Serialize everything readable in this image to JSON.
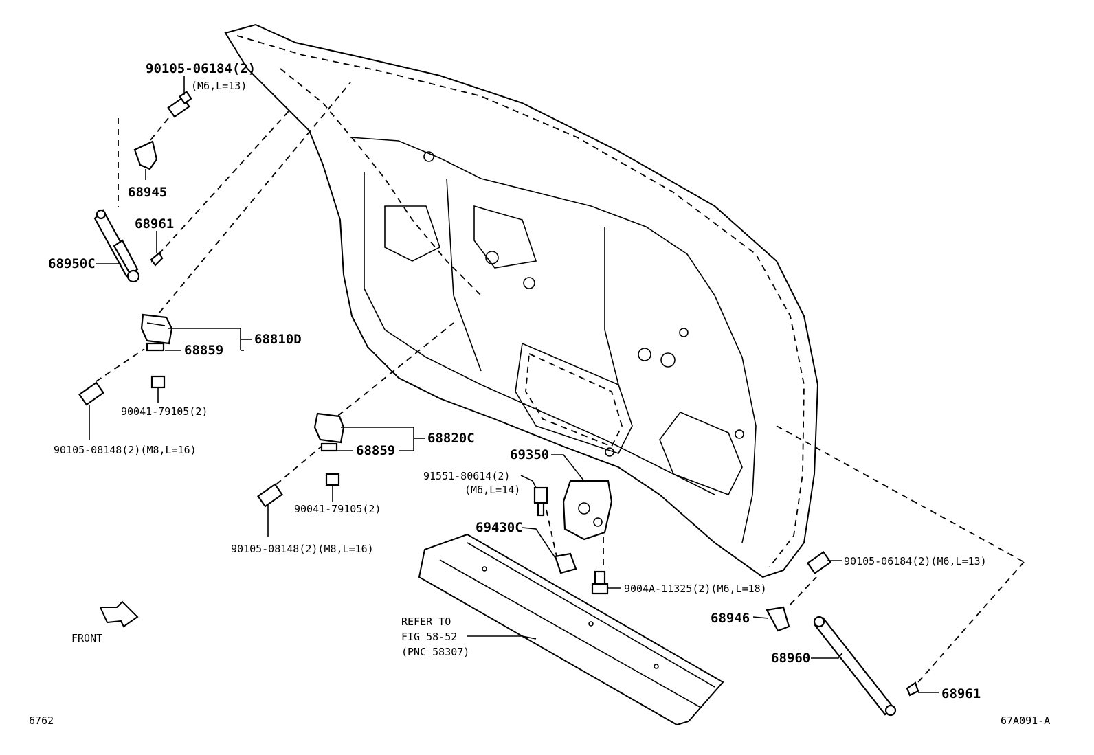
{
  "figure": {
    "page_code": "6762",
    "figure_code": "67A091-A",
    "front_label": "FRONT"
  },
  "callouts": {
    "bolt_top_left": {
      "part": "90105-06184(2)",
      "spec": "(M6,L=13)"
    },
    "hinge_bracket_upper": "68945",
    "stay_clip_upper": "68961",
    "stay_left": "68950C",
    "hinge_assy_left": "68810D",
    "bushing_left": "68859",
    "nut_left": "90041-79105(2)",
    "bolt_left": "90105-08148(2)(M8,L=16)",
    "hinge_assy_right": "68820C",
    "bushing_right": "68859",
    "nut_right": "90041-79105(2)",
    "bolt_right": "90105-08148(2)(M8,L=16)",
    "lock_assy": "69350",
    "lock_bolt": {
      "part": "91551-80614(2)",
      "spec": "(M6,L=14)"
    },
    "striker": "69430C",
    "striker_screw": "9004A-11325(2)(M6,L=18)",
    "bolt_lower_right": "90105-06184(2)(M6,L=13)",
    "hinge_bracket_lower": "68946",
    "stay_right": "68960",
    "stay_clip_lower": "68961",
    "reference": [
      "REFER TO",
      "FIG 58-52",
      "(PNC 58307)"
    ]
  }
}
